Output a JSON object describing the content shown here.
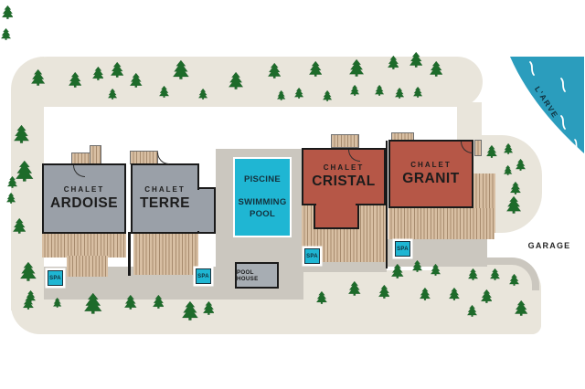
{
  "map": {
    "colors": {
      "road": "#e9e5db",
      "terrace": "#cbc7bf",
      "building_gray": "#9aa0a8",
      "building_red": "#b65747",
      "wood_light": "#d8bfa3",
      "wood_dark": "#a78b6e",
      "pool_cyan": "#1fb6d3",
      "tree": "#1d6b2a",
      "river": "#2b9dbd",
      "outline": "#1a1a1a",
      "text_dark": "#14323e"
    },
    "buildings": {
      "ardoise": {
        "type_label": "CHALET",
        "name": "ARDOISE"
      },
      "terre": {
        "type_label": "CHALET",
        "name": "TERRE"
      },
      "cristal": {
        "type_label": "CHALET",
        "name": "CRISTAL"
      },
      "granit": {
        "type_label": "CHALET",
        "name": "GRANIT"
      }
    },
    "pool": {
      "label_fr": "PISCINE",
      "label_en": "SWIMMING POOL"
    },
    "pool_house": {
      "label": "POOL HOUSE"
    },
    "spa_labels": {
      "ardoise": "SPA",
      "terre": "SPA",
      "cristal": "SPA",
      "granit": "SPA"
    },
    "river": {
      "label": "L'ARVE"
    },
    "garage": {
      "label": "GARAGE"
    },
    "trees": [
      [
        8,
        6,
        15
      ],
      [
        7,
        31,
        13
      ],
      [
        42,
        76,
        18
      ],
      [
        82,
        79,
        17
      ],
      [
        107,
        73,
        15
      ],
      [
        128,
        68,
        17
      ],
      [
        149,
        80,
        16
      ],
      [
        123,
        97,
        12
      ],
      [
        180,
        94,
        13
      ],
      [
        198,
        66,
        21
      ],
      [
        222,
        97,
        12
      ],
      [
        258,
        79,
        19
      ],
      [
        300,
        69,
        17
      ],
      [
        308,
        99,
        11
      ],
      [
        327,
        96,
        12
      ],
      [
        345,
        67,
        17
      ],
      [
        358,
        99,
        12
      ],
      [
        388,
        93,
        12
      ],
      [
        390,
        65,
        19
      ],
      [
        415,
        93,
        12
      ],
      [
        430,
        61,
        15
      ],
      [
        437,
        96,
        12
      ],
      [
        455,
        57,
        17
      ],
      [
        457,
        95,
        12
      ],
      [
        477,
        67,
        17
      ],
      [
        23,
        137,
        20
      ],
      [
        27,
        176,
        23
      ],
      [
        14,
        193,
        13
      ],
      [
        12,
        211,
        12
      ],
      [
        21,
        239,
        17
      ],
      [
        31,
        287,
        21
      ],
      [
        34,
        318,
        13
      ],
      [
        31,
        325,
        14
      ],
      [
        63,
        326,
        11
      ],
      [
        102,
        321,
        23
      ],
      [
        143,
        323,
        16
      ],
      [
        173,
        323,
        15
      ],
      [
        208,
        330,
        21
      ],
      [
        228,
        330,
        15
      ],
      [
        352,
        319,
        14
      ],
      [
        388,
        308,
        16
      ],
      [
        420,
        312,
        15
      ],
      [
        465,
        315,
        14
      ],
      [
        435,
        289,
        16
      ],
      [
        457,
        285,
        13
      ],
      [
        477,
        289,
        13
      ],
      [
        497,
        315,
        14
      ],
      [
        532,
        317,
        15
      ],
      [
        570,
        329,
        17
      ],
      [
        517,
        334,
        13
      ],
      [
        518,
        294,
        13
      ],
      [
        542,
        294,
        13
      ],
      [
        563,
        300,
        13
      ],
      [
        538,
        159,
        14
      ],
      [
        556,
        157,
        12
      ],
      [
        570,
        174,
        13
      ],
      [
        556,
        181,
        11
      ],
      [
        564,
        199,
        14
      ],
      [
        562,
        215,
        19
      ]
    ]
  }
}
